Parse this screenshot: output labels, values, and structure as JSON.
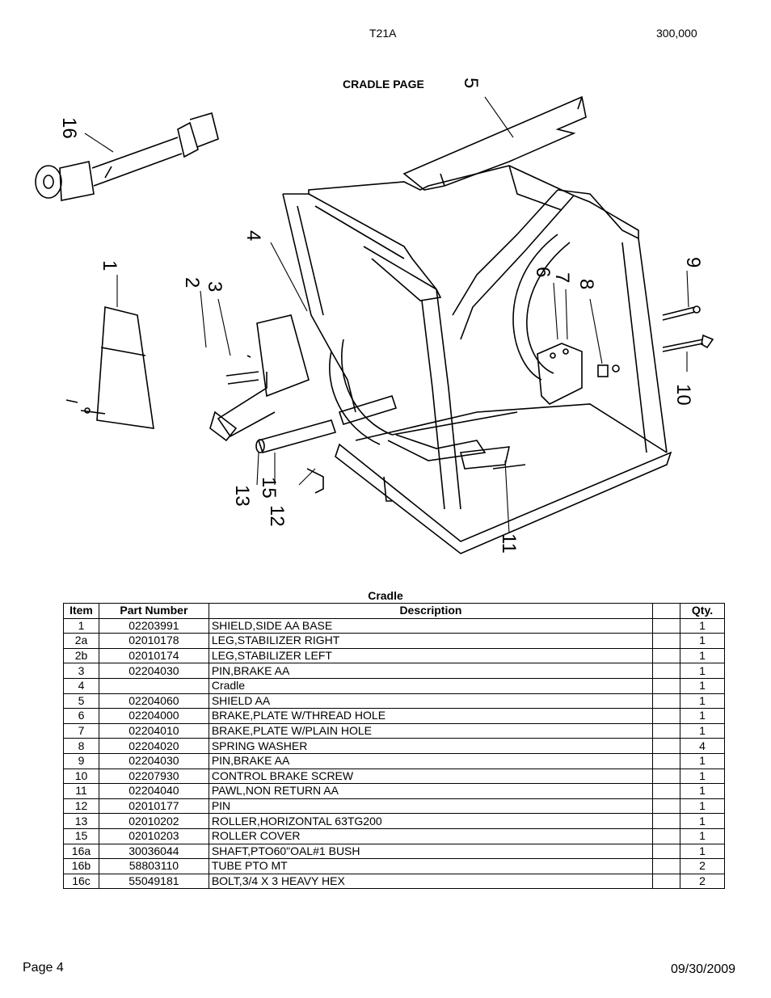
{
  "header": {
    "model": "T21A",
    "code": "300,000",
    "page_title": "CRADLE PAGE"
  },
  "diagram": {
    "callouts": [
      "16",
      "5",
      "4",
      "1",
      "3",
      "2",
      "6",
      "7",
      "8",
      "9",
      "10",
      "15",
      "13",
      "12",
      "11"
    ]
  },
  "parts_table": {
    "title": "Cradle",
    "headers": [
      "Item",
      "Part Number",
      "Description",
      "",
      "Qty."
    ],
    "rows": [
      {
        "item": "1",
        "part": "02203991",
        "desc": "SHIELD,SIDE AA BASE",
        "extra": "",
        "qty": "1"
      },
      {
        "item": "2a",
        "part": "02010178",
        "desc": "LEG,STABILIZER RIGHT",
        "extra": "",
        "qty": "1"
      },
      {
        "item": "2b",
        "part": "02010174",
        "desc": "LEG,STABILIZER LEFT",
        "extra": "",
        "qty": "1"
      },
      {
        "item": "3",
        "part": "02204030",
        "desc": "PIN,BRAKE AA",
        "extra": "",
        "qty": "1"
      },
      {
        "item": "4",
        "part": "",
        "desc": "Cradle",
        "extra": "",
        "qty": "1"
      },
      {
        "item": "5",
        "part": "02204060",
        "desc": "SHIELD AA",
        "extra": "",
        "qty": "1"
      },
      {
        "item": "6",
        "part": "02204000",
        "desc": "BRAKE,PLATE W/THREAD HOLE",
        "extra": "",
        "qty": "1"
      },
      {
        "item": "7",
        "part": "02204010",
        "desc": "BRAKE,PLATE W/PLAIN HOLE",
        "extra": "",
        "qty": "1"
      },
      {
        "item": "8",
        "part": "02204020",
        "desc": "SPRING WASHER",
        "extra": "",
        "qty": "4"
      },
      {
        "item": "9",
        "part": "02204030",
        "desc": "PIN,BRAKE AA",
        "extra": "",
        "qty": "1"
      },
      {
        "item": "10",
        "part": "02207930",
        "desc": "CONTROL BRAKE SCREW",
        "extra": "",
        "qty": "1"
      },
      {
        "item": "11",
        "part": "02204040",
        "desc": "PAWL,NON RETURN AA",
        "extra": "",
        "qty": "1"
      },
      {
        "item": "12",
        "part": "02010177",
        "desc": "PIN",
        "extra": "",
        "qty": "1"
      },
      {
        "item": "13",
        "part": "02010202",
        "desc": "ROLLER,HORIZONTAL 63TG200",
        "extra": "",
        "qty": "1"
      },
      {
        "item": "15",
        "part": "02010203",
        "desc": "ROLLER COVER",
        "extra": "",
        "qty": "1"
      },
      {
        "item": "16a",
        "part": "30036044",
        "desc": "SHAFT,PTO60\"OAL#1 BUSH",
        "extra": "",
        "qty": "1"
      },
      {
        "item": "16b",
        "part": "58803110",
        "desc": "TUBE PTO MT",
        "extra": "",
        "qty": "2"
      },
      {
        "item": "16c",
        "part": "55049181",
        "desc": "BOLT,3/4 X 3 HEAVY HEX",
        "extra": "",
        "qty": "2"
      }
    ]
  },
  "footer": {
    "page": "Page 4",
    "date": "09/30/2009"
  }
}
